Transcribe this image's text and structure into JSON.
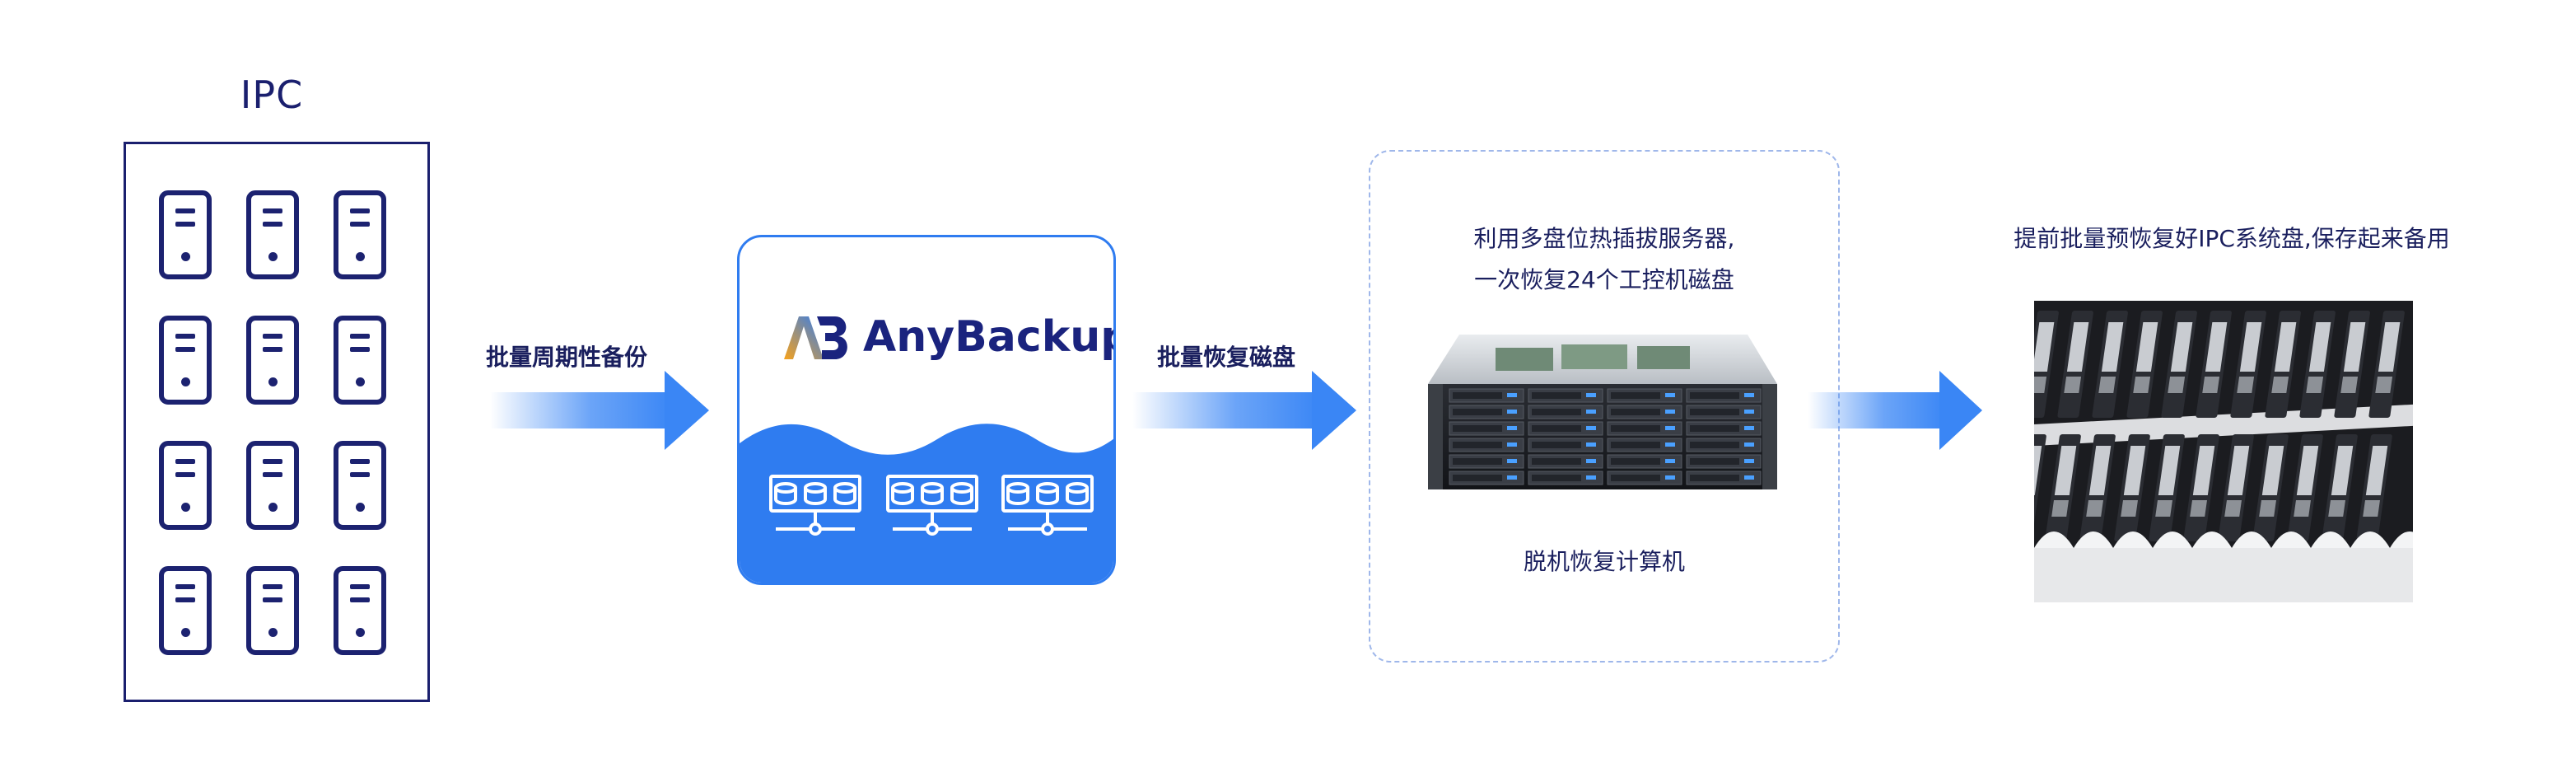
{
  "ipc": {
    "title": "IPC",
    "unit_count": 12
  },
  "arrow1": {
    "label": "批量周期性备份"
  },
  "anybackup": {
    "logo_mark": "AB",
    "logo_text": "AnyBackup"
  },
  "arrow2": {
    "label": "批量恢复磁盘"
  },
  "server": {
    "caption_line1": "利用多盘位热插拔服务器,",
    "caption_line2": "一次恢复24个工控机磁盘",
    "label": "脱机恢复计算机"
  },
  "result": {
    "caption": "提前批量预恢复好IPC系统盘,保存起来备用"
  },
  "colors": {
    "navy": "#1a1f6e",
    "blue": "#2f7cf0",
    "arrow": "#3a86f5",
    "dash": "#9fb7ea"
  }
}
